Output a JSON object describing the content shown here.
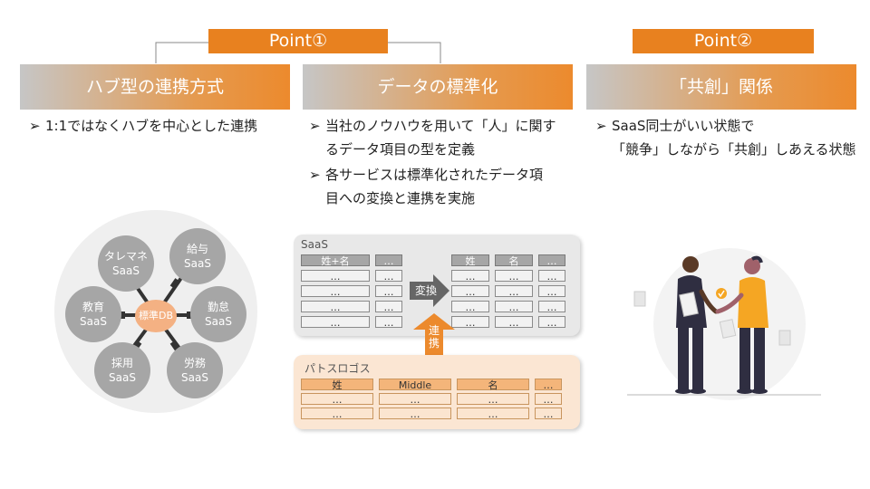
{
  "points": [
    {
      "label": "Point①"
    },
    {
      "label": "Point②"
    }
  ],
  "columns": [
    {
      "title": "ハブ型の連携方式",
      "bullets": [
        [
          "1:1ではなくハブを中心とした連携"
        ]
      ]
    },
    {
      "title": "データの標準化",
      "bullets": [
        [
          "当社のノウハウを用いて「人」に関す",
          "るデータ項目の型を定義"
        ],
        [
          "各サービスは標準化されたデータ項",
          "目への変換と連携を実施"
        ]
      ]
    },
    {
      "title": "「共創」関係",
      "bullets": [
        [
          "SaaS同士がいい状態で",
          "「競争」しながら「共創」しあえる状態"
        ]
      ]
    }
  ],
  "bullet_mark": "➢",
  "hub": {
    "center": "標準DB",
    "nodes": [
      {
        "line1": "タレマネ",
        "line2": "SaaS"
      },
      {
        "line1": "給与",
        "line2": "SaaS"
      },
      {
        "line1": "勤怠",
        "line2": "SaaS"
      },
      {
        "line1": "労務",
        "line2": "SaaS"
      },
      {
        "line1": "採用",
        "line2": "SaaS"
      },
      {
        "line1": "教育",
        "line2": "SaaS"
      }
    ]
  },
  "saas_box": {
    "label": "SaaS",
    "left_head": [
      "姓+名",
      "…"
    ],
    "right_head": [
      "姓",
      "名",
      "…"
    ],
    "ellipsis": "…",
    "convert_label": "変換"
  },
  "link_label": "連携",
  "patosuro_box": {
    "label": "パトスロゴス",
    "head": [
      "姓",
      "Middle",
      "名",
      "…"
    ],
    "ellipsis": "…"
  },
  "colors": {
    "accent": "#e8811f",
    "hub_gray": "#a6a6a6",
    "hub_center": "#f4b183",
    "figure_orange": "#f5a623"
  }
}
